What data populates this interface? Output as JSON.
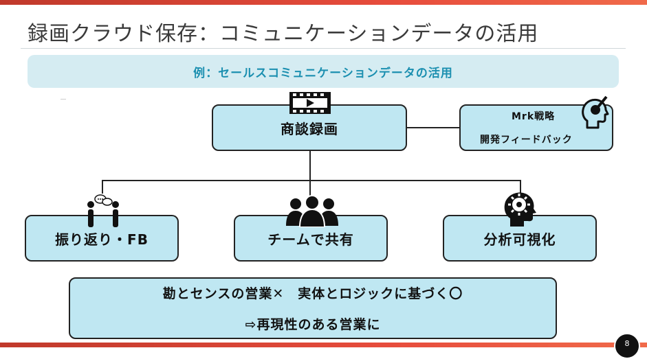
{
  "title": "録画クラウド保存：コミュニケーションデータの活用",
  "subtitle": "例：セールスコミュニケーションデータの活用",
  "nodes": {
    "main": "商談録画",
    "mrk_line1": "Mrk戦略",
    "mrk_line2": "開発フィードバック",
    "review": "振り返り・FB",
    "share": "チームで共有",
    "visualize": "分析可視化",
    "sales_line1": "勘とセンスの営業✕　実体とロジックに基づく〇",
    "sales_line2": "⇨再現性のある営業に"
  },
  "page_number": "8",
  "icons": [
    "video-icon",
    "head-idea-icon",
    "conversation-icon",
    "team-icon",
    "gear-head-icon"
  ],
  "colors": {
    "accent_bar": "#e74c3c",
    "node_fill": "#bfe7f2",
    "subtitle_fill": "#d5ecf2",
    "subtitle_text": "#1b8fb0"
  }
}
